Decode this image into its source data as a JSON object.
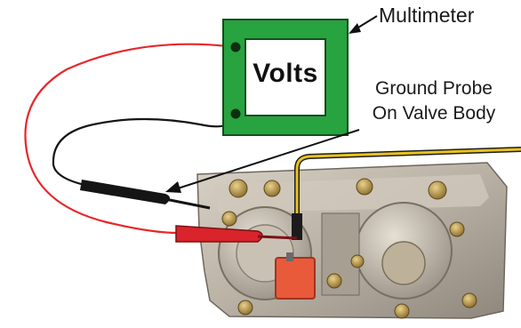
{
  "labels": {
    "meter_display": "Volts",
    "multimeter": "Multimeter",
    "ground_probe_line1": "Ground Probe",
    "ground_probe_line2": "On Valve Body"
  },
  "colors": {
    "meter_body": "#27a33f",
    "meter_screen": "#ffffff",
    "red_lead": "#e8262a",
    "black_lead": "#151515",
    "yellow_wire": "#e8c21c",
    "valve_body": "#bdb5a8",
    "test_clip": "#e85a3a"
  },
  "icons": [
    "multimeter-icon",
    "gas-valve-icon",
    "red-probe-icon",
    "black-probe-icon"
  ]
}
